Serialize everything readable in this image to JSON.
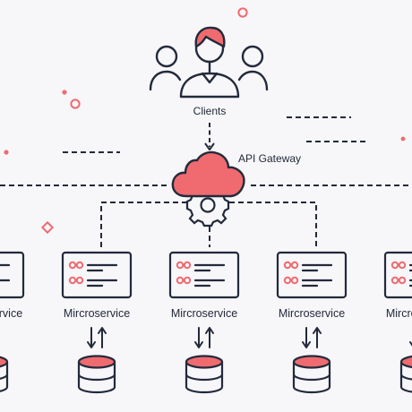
{
  "clients": {
    "label": "Clients",
    "icon": "users-group-icon"
  },
  "gateway": {
    "label": "API Gateway",
    "icon": "cloud-gear-icon"
  },
  "services": [
    {
      "label": "Mircroservice",
      "db_icon": "database-icon"
    },
    {
      "label": "Mircroservice",
      "db_icon": "database-icon"
    },
    {
      "label": "Mircroservice",
      "db_icon": "database-icon"
    },
    {
      "label": "Mircroservice",
      "db_icon": "database-icon"
    },
    {
      "label": "Mircroservice",
      "db_icon": "database-icon"
    }
  ],
  "colors": {
    "accent": "#ef6b6f",
    "stroke": "#222a3b",
    "background": "#f7f6f9"
  }
}
